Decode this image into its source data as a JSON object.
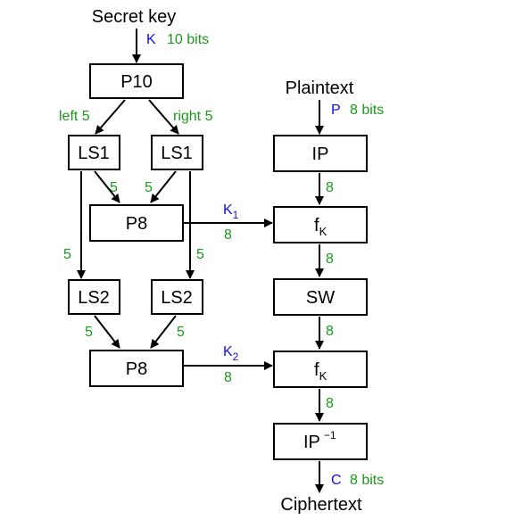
{
  "colors": {
    "annotation_green": "#1a9a1a",
    "annotation_blue": "#1010e0",
    "box": "#000000"
  },
  "key_schedule": {
    "input_label": "Secret key",
    "input_symbol": "K",
    "input_bits": "10 bits",
    "p10": "P10",
    "split_left": "left 5",
    "split_right": "right 5",
    "ls1": "LS1",
    "ls2": "LS2",
    "p8": "P8",
    "width_5": "5",
    "k1": {
      "letter": "K",
      "subscript": "1",
      "bits": "8"
    },
    "k2": {
      "letter": "K",
      "subscript": "2",
      "bits": "8"
    }
  },
  "encryption": {
    "input_label": "Plaintext",
    "input_symbol": "P",
    "input_bits": "8 bits",
    "ip": "IP",
    "fk": {
      "letter": "f",
      "subscript": "K"
    },
    "sw": "SW",
    "ip_inv": {
      "base": "IP",
      "superscript": "−1"
    },
    "width_8": "8",
    "output_symbol": "C",
    "output_bits": "8 bits",
    "output_label": "Ciphertext"
  }
}
